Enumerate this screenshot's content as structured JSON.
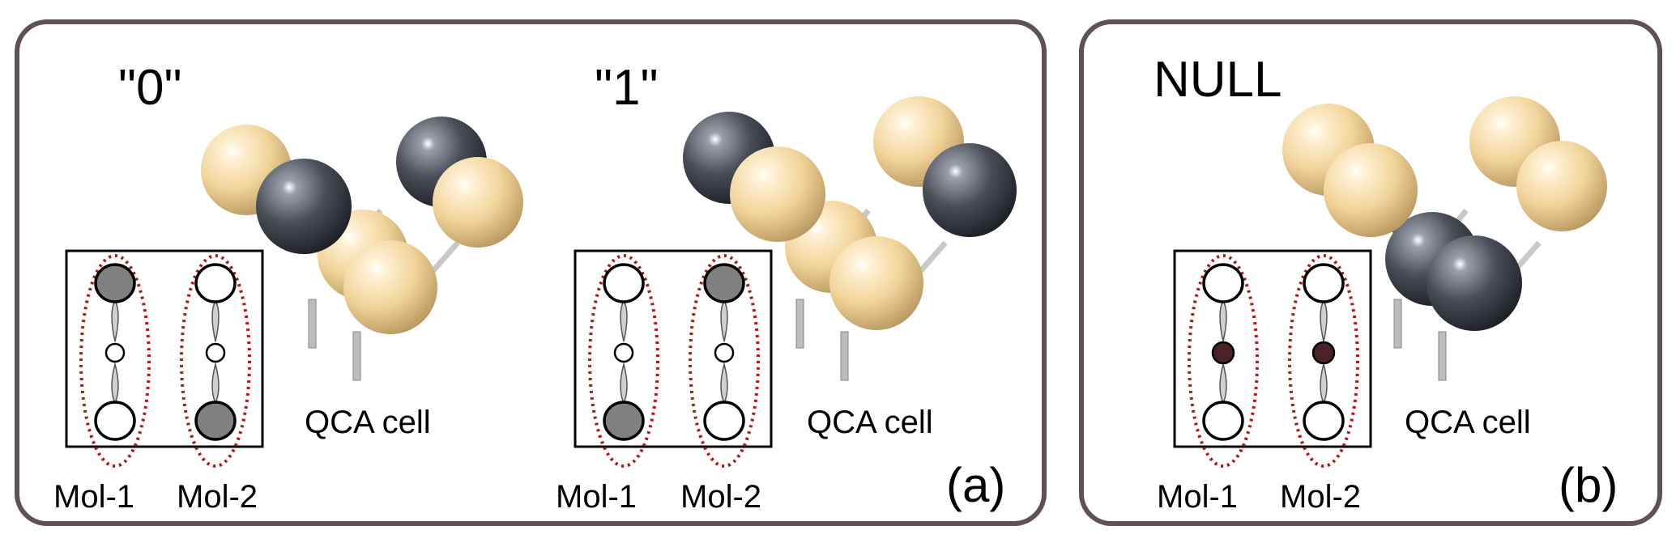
{
  "panels": [
    {
      "id": "a",
      "letter": "(a)",
      "states": [
        {
          "label": "\"0\"",
          "qca_label": "QCA cell",
          "mol1_label": "Mol-1",
          "mol2_label": "Mol-2",
          "mol1": {
            "top": "occupied",
            "middle": "empty",
            "bottom": "empty"
          },
          "mol2": {
            "top": "empty",
            "middle": "empty",
            "bottom": "occupied"
          },
          "cell_dots": {
            "front_top_left": "dark",
            "front_bottom_right": "light",
            "back_top_left": "light",
            "back_top_right": "dark",
            "back_bottom_right": "light",
            "front_bottom_left": "light"
          }
        },
        {
          "label": "\"1\"",
          "qca_label": "QCA cell",
          "mol1_label": "Mol-1",
          "mol2_label": "Mol-2",
          "mol1": {
            "top": "empty",
            "middle": "empty",
            "bottom": "occupied"
          },
          "mol2": {
            "top": "occupied",
            "middle": "empty",
            "bottom": "empty"
          },
          "cell_dots": {
            "front_top_left": "light",
            "front_bottom_right": "light",
            "back_top_left": "dark",
            "back_top_right": "light",
            "back_bottom_right": "dark",
            "front_bottom_left": "light"
          }
        }
      ]
    },
    {
      "id": "b",
      "letter": "(b)",
      "states": [
        {
          "label": "NULL",
          "qca_label": "QCA cell",
          "mol1_label": "Mol-1",
          "mol2_label": "Mol-2",
          "mol1": {
            "top": "empty",
            "middle": "null",
            "bottom": "empty"
          },
          "mol2": {
            "top": "empty",
            "middle": "null",
            "bottom": "empty"
          }
        }
      ]
    }
  ],
  "colors": {
    "frame": "#5e5254",
    "light_sphere": "#f2d49a",
    "dark_sphere": "#4a4e58",
    "occupied_dot": "#808080",
    "null_dot": "#4a2228",
    "ellipse": "#b0181a"
  }
}
